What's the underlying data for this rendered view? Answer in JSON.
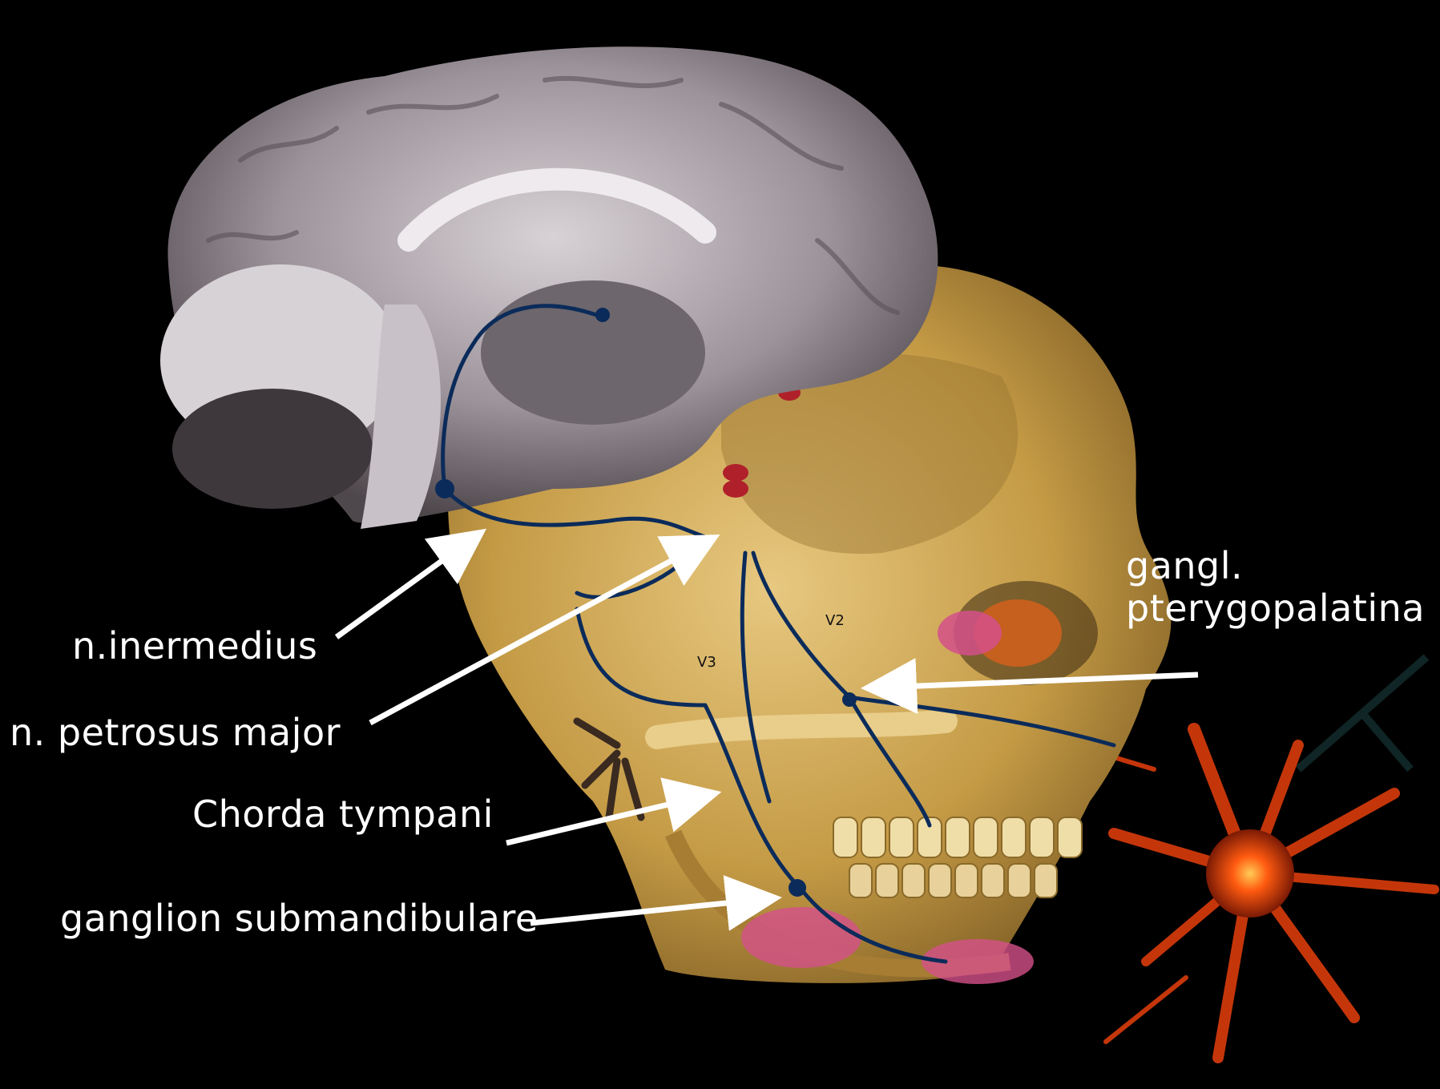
{
  "labels": {
    "intermedius": "n.inermedius",
    "petrosus_major": "n. petrosus major",
    "chorda_tympani": "Chorda tympani",
    "ganglion_submandibulare": "ganglion submandibulare",
    "gangl_line1": "gangl.",
    "gangl_line2": "pterygopalatina"
  },
  "illustration_labels": {
    "v2": "V2",
    "v3": "V3"
  },
  "colors": {
    "background": "#000000",
    "label_text": "#ffffff",
    "pointer_arrow": "#ffffff",
    "brain": "#8a8288",
    "skull": "#c9a24a",
    "nerve_path": "#0b2b5a",
    "gland": "#d4508a",
    "neuron": "#e8400c"
  }
}
